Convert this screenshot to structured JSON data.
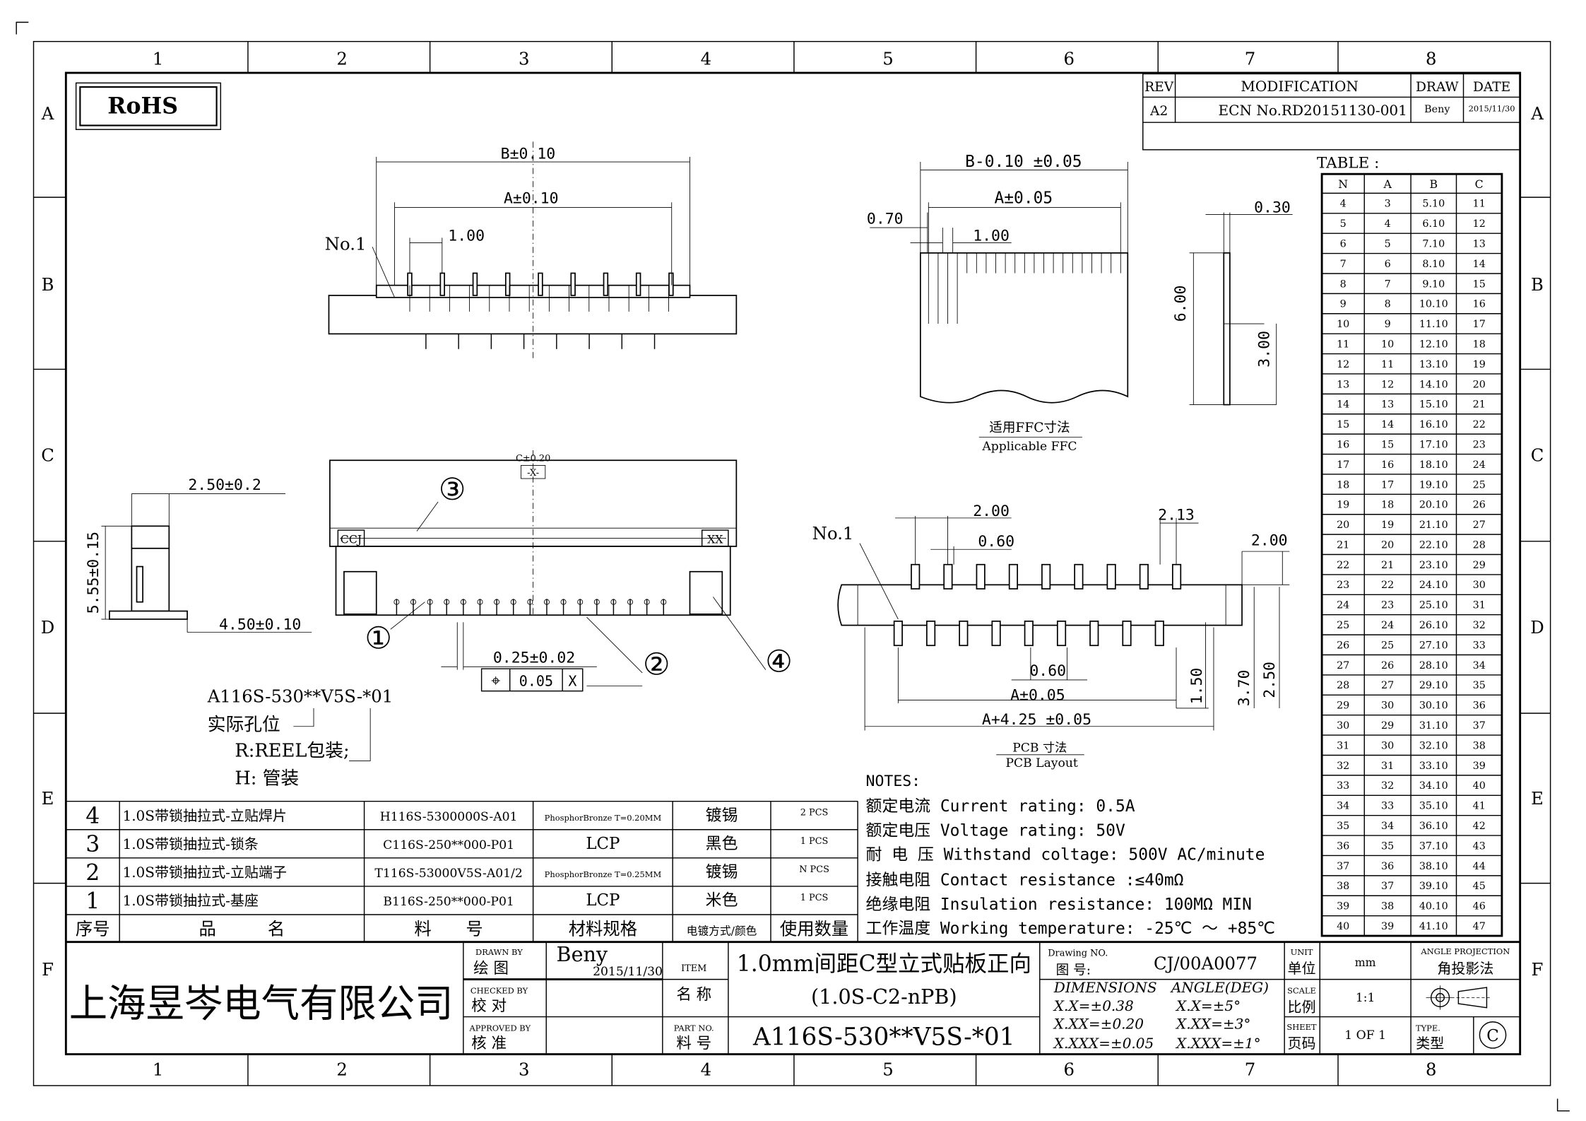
{
  "frame": {
    "cols": [
      "1",
      "2",
      "3",
      "4",
      "5",
      "6",
      "7",
      "8"
    ],
    "rows": [
      "A",
      "B",
      "C",
      "D",
      "E",
      "F"
    ]
  },
  "logo": "RoHS",
  "revision": {
    "headers": [
      "REV",
      "MODIFICATION",
      "DRAW",
      "DATE"
    ],
    "row": [
      "A2",
      "ECN No.RD20151130-001",
      "Beny",
      "2015/11/30"
    ]
  },
  "size_table": {
    "title": "TABLE :",
    "headers": [
      "N",
      "A",
      "B",
      "C"
    ],
    "rows": [
      [
        "4",
        "3",
        "5.10",
        "11"
      ],
      [
        "5",
        "4",
        "6.10",
        "12"
      ],
      [
        "6",
        "5",
        "7.10",
        "13"
      ],
      [
        "7",
        "6",
        "8.10",
        "14"
      ],
      [
        "8",
        "7",
        "9.10",
        "15"
      ],
      [
        "9",
        "8",
        "10.10",
        "16"
      ],
      [
        "10",
        "9",
        "11.10",
        "17"
      ],
      [
        "11",
        "10",
        "12.10",
        "18"
      ],
      [
        "12",
        "11",
        "13.10",
        "19"
      ],
      [
        "13",
        "12",
        "14.10",
        "20"
      ],
      [
        "14",
        "13",
        "15.10",
        "21"
      ],
      [
        "15",
        "14",
        "16.10",
        "22"
      ],
      [
        "16",
        "15",
        "17.10",
        "23"
      ],
      [
        "17",
        "16",
        "18.10",
        "24"
      ],
      [
        "18",
        "17",
        "19.10",
        "25"
      ],
      [
        "19",
        "18",
        "20.10",
        "26"
      ],
      [
        "20",
        "19",
        "21.10",
        "27"
      ],
      [
        "21",
        "20",
        "22.10",
        "28"
      ],
      [
        "22",
        "21",
        "23.10",
        "29"
      ],
      [
        "23",
        "22",
        "24.10",
        "30"
      ],
      [
        "24",
        "23",
        "25.10",
        "31"
      ],
      [
        "25",
        "24",
        "26.10",
        "32"
      ],
      [
        "26",
        "25",
        "27.10",
        "33"
      ],
      [
        "27",
        "26",
        "28.10",
        "34"
      ],
      [
        "28",
        "27",
        "29.10",
        "35"
      ],
      [
        "29",
        "30",
        "30.10",
        "36"
      ],
      [
        "30",
        "29",
        "31.10",
        "37"
      ],
      [
        "31",
        "30",
        "32.10",
        "38"
      ],
      [
        "32",
        "31",
        "33.10",
        "39"
      ],
      [
        "33",
        "32",
        "34.10",
        "40"
      ],
      [
        "34",
        "33",
        "35.10",
        "41"
      ],
      [
        "35",
        "34",
        "36.10",
        "42"
      ],
      [
        "36",
        "35",
        "37.10",
        "43"
      ],
      [
        "37",
        "36",
        "38.10",
        "44"
      ],
      [
        "38",
        "37",
        "39.10",
        "45"
      ],
      [
        "39",
        "38",
        "40.10",
        "46"
      ],
      [
        "40",
        "39",
        "41.10",
        "47"
      ]
    ]
  },
  "top_view": {
    "dim_b": "B±0.10",
    "dim_a": "A±0.10",
    "pitch": "1.00",
    "no1": "No.1"
  },
  "ffc": {
    "dim_b": "B-0.10 ±0.05",
    "dim_a": "A±0.05",
    "w070": "0.70",
    "pitch": "1.00",
    "thick": "0.30",
    "len6": "6.00",
    "len3": "3.00",
    "caption_cn": "适用FFC寸法",
    "caption_en": "Applicable FFC"
  },
  "side_view": {
    "width": "2.50±0.2",
    "height": "5.55±0.15",
    "depth": "4.50±0.10"
  },
  "front_view": {
    "flat": "C±0.20",
    "datum": "-X-",
    "lbl_ccj": "CCJ",
    "lbl_xx": "XX",
    "pin_w": "0.25±0.02",
    "tol_sym": "⌖",
    "tol_val": "0.05",
    "tol_ref": "X",
    "callouts": [
      "①",
      "②",
      "③",
      "④"
    ]
  },
  "part_code": {
    "code": "A116S-530**V5S-*01",
    "line1": "实际孔位",
    "line2": "R:REEL包装;",
    "line3": "H: 管装"
  },
  "pcb": {
    "no1": "No.1",
    "d200a": "2.00",
    "d060a": "0.60",
    "d213": "2.13",
    "d200b": "2.00",
    "d060b": "0.60",
    "dima": "A±0.05",
    "dima425": "A+4.25 ±0.05",
    "d150": "1.50",
    "d370": "3.70",
    "d250": "2.50",
    "caption_cn": "PCB 寸法",
    "caption_en": "PCB Layout"
  },
  "notes": {
    "title": "NOTES:",
    "items": [
      "额定电流 Current rating: 0.5A",
      "额定电压 Voltage rating: 50V",
      "耐 电 压 Withstand coltage: 500V AC/minute",
      "接触电阻 Contact resistance :≤40mΩ",
      "绝缘电阻 Insulation resistance: 100MΩ MIN",
      "工作温度 Working temperature: -25℃ ～ +85℃"
    ]
  },
  "bom": {
    "rows": [
      [
        "4",
        "1.0S带锁抽拉式-立贴焊片",
        "H116S-5300000S-A01",
        "PhosphorBronze T=0.20MM",
        "镀锡",
        "2 PCS"
      ],
      [
        "3",
        "1.0S带锁抽拉式-锁条",
        "C116S-250**000-P01",
        "LCP",
        "黑色",
        "1 PCS"
      ],
      [
        "2",
        "1.0S带锁抽拉式-立贴端子",
        "T116S-53000V5S-A01/2",
        "PhosphorBronze T=0.25MM",
        "镀锡",
        "N PCS"
      ],
      [
        "1",
        "1.0S带锁抽拉式-基座",
        "B116S-250**000-P01",
        "LCP",
        "米色",
        "1 PCS"
      ]
    ],
    "headers": [
      "序号",
      "品　　　名",
      "料　　号",
      "材料规格",
      "电镀方式/颜色",
      "使用数量"
    ]
  },
  "title_block": {
    "company": "上海昱岑电气有限公司",
    "drawn_en": "DRAWN BY",
    "drawn_cn": "绘 图",
    "drawn_name": "Beny",
    "drawn_date": "2015/11/30",
    "checked_en": "CHECKED BY",
    "checked_cn": "校 对",
    "approved_en": "APPROVED BY",
    "approved_cn": "核 准",
    "item_en": "ITEM",
    "item_cn": "名 称",
    "partno_en": "PART NO.",
    "partno_cn": "料 号",
    "title1": "1.0mm间距C型立式贴板正向",
    "title2": "(1.0S-C2-nPB)",
    "part_no": "A116S-530**V5S-*01",
    "dwg_en": "Drawing NO.",
    "dwg_cn": "图 号:",
    "dwg_no": "CJ/00A0077",
    "dims_h": "DIMENSIONS",
    "angle_h": "ANGLE(DEG)",
    "d1": "X.X=±0.38",
    "d2": "X.XX=±0.20",
    "d3": "X.XXX=±0.05",
    "a1": "X.X=±5°",
    "a2": "X.XX=±3°",
    "a3": "X.XXX=±1°",
    "unit_en": "UNIT",
    "unit_cn": "单位",
    "unit": "mm",
    "scale_en": "SCALE",
    "scale_cn": "比例",
    "scale": "1:1",
    "sheet_en": "SHEET",
    "sheet_cn": "页码",
    "sheet": "1 OF 1",
    "proj_en": "ANGLE PROJECTION",
    "proj_cn": "角投影法",
    "type_en": "TYPE.",
    "type_cn": "类型",
    "type": "C"
  }
}
